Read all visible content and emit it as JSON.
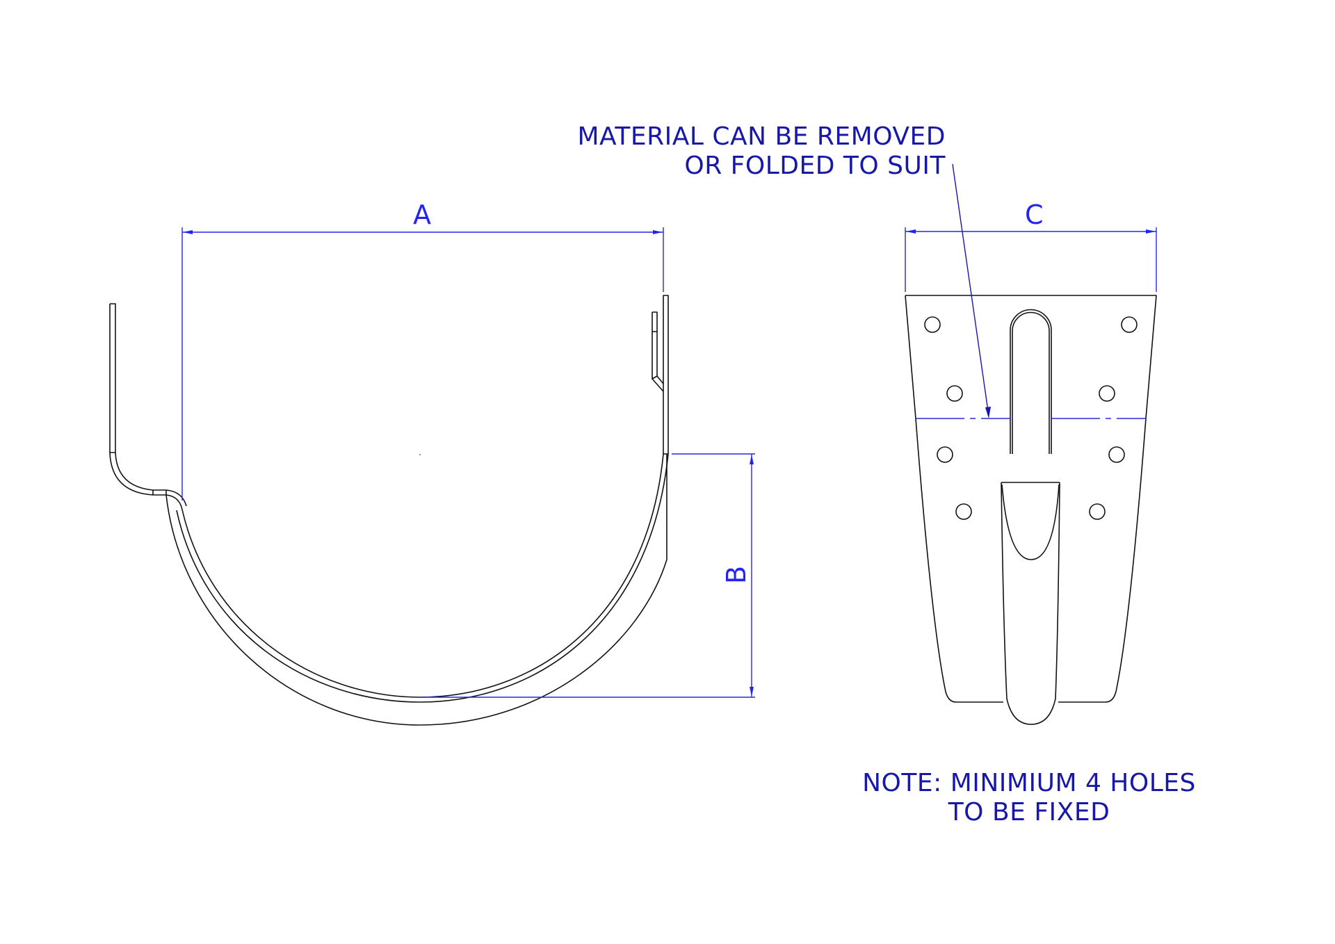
{
  "annotations": {
    "material_note": {
      "line1": "MATERIAL CAN BE REMOVED",
      "line2": "OR FOLDED TO SUIT"
    },
    "holes_note": {
      "line1": "NOTE: MINIMIUM 4 HOLES",
      "line2": "TO BE FIXED"
    }
  },
  "dimensions": {
    "a": {
      "label": "A"
    },
    "b": {
      "label": "B"
    },
    "c": {
      "label": "C"
    }
  },
  "views": {
    "side_view": {
      "name": "gutter-bracket-side-profile"
    },
    "front_view": {
      "name": "gutter-bracket-front-plate",
      "hole_count": 8
    }
  },
  "colors": {
    "annotation_text": "#1818a8",
    "dimension_lines": "#2424f0",
    "part_outline": "#111111",
    "background": "#ffffff"
  }
}
